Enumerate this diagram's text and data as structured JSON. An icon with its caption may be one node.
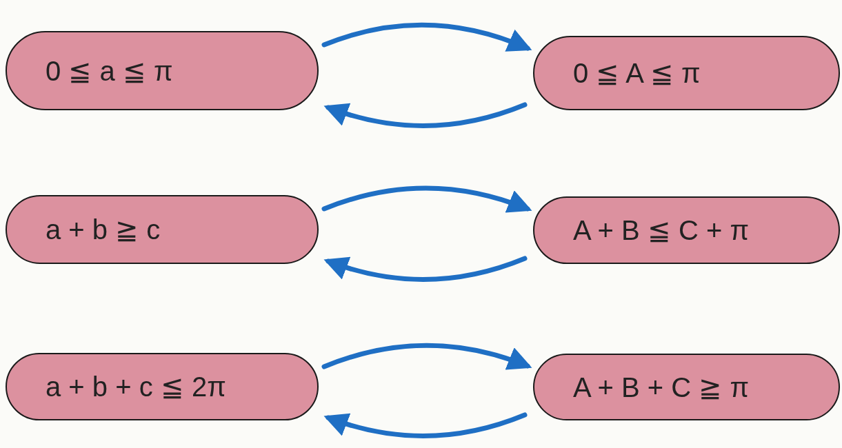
{
  "diagram": {
    "nodes": [
      {
        "text": [
          "0 ≦ a ≦ π"
        ]
      },
      {
        "text": [
          "0 ≦ A ≦ π"
        ]
      },
      {
        "text": [
          "a + b ≧ c"
        ]
      },
      {
        "text": [
          "A + B ≦ C + π"
        ]
      },
      {
        "text": [
          "a + b + c ≦ 2π"
        ]
      },
      {
        "text": [
          "A + B + C ≧ π"
        ]
      }
    ],
    "edges": [
      {
        "from": 0,
        "to": 1,
        "arrow": "to"
      },
      {
        "from": 1,
        "to": 0,
        "arrow": "to"
      },
      {
        "from": 2,
        "to": 3,
        "arrow": "to"
      },
      {
        "from": 3,
        "to": 2,
        "arrow": "to"
      },
      {
        "from": 4,
        "to": 5,
        "arrow": "to"
      },
      {
        "from": 5,
        "to": 4,
        "arrow": "to"
      }
    ]
  }
}
